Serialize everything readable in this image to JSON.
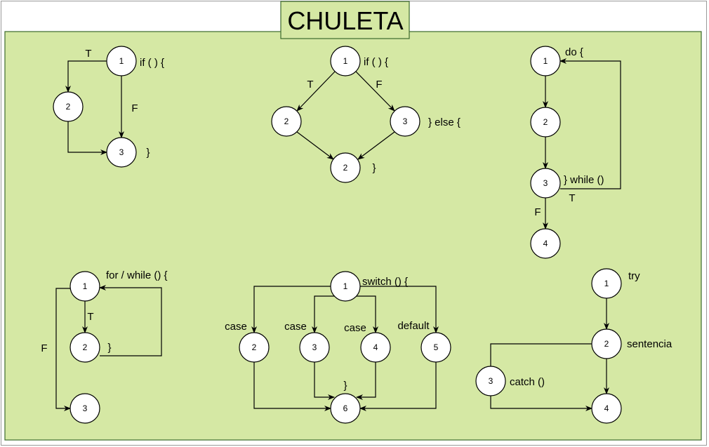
{
  "title": "CHULETA",
  "colors": {
    "panel": "#d5e8a4",
    "panel_border": "#3c6a2c",
    "title_bg": "#d5e8a4"
  },
  "blocks": [
    {
      "id": "if",
      "nodes": [
        {
          "id": "if-1",
          "label": "1"
        },
        {
          "id": "if-2",
          "label": "2"
        },
        {
          "id": "if-3",
          "label": "3"
        }
      ],
      "labels": [
        {
          "id": "if-code1",
          "text": "if ( ) {"
        },
        {
          "id": "if-t",
          "text": "T"
        },
        {
          "id": "if-f",
          "text": "F"
        },
        {
          "id": "if-close",
          "text": "}"
        }
      ]
    },
    {
      "id": "ifelse",
      "nodes": [
        {
          "id": "ie-1",
          "label": "1"
        },
        {
          "id": "ie-2",
          "label": "2"
        },
        {
          "id": "ie-3",
          "label": "3"
        },
        {
          "id": "ie-4",
          "label": "2"
        }
      ],
      "labels": [
        {
          "id": "ie-code1",
          "text": "if ( ) {"
        },
        {
          "id": "ie-t",
          "text": "T"
        },
        {
          "id": "ie-f",
          "text": "F"
        },
        {
          "id": "ie-else",
          "text": "} else {"
        },
        {
          "id": "ie-close",
          "text": "}"
        }
      ]
    },
    {
      "id": "dowhile",
      "nodes": [
        {
          "id": "dw-1",
          "label": "1"
        },
        {
          "id": "dw-2",
          "label": "2"
        },
        {
          "id": "dw-3",
          "label": "3"
        },
        {
          "id": "dw-4",
          "label": "4"
        }
      ],
      "labels": [
        {
          "id": "dw-do",
          "text": "do {"
        },
        {
          "id": "dw-while",
          "text": "} while ()"
        },
        {
          "id": "dw-t",
          "text": "T"
        },
        {
          "id": "dw-f",
          "text": "F"
        }
      ]
    },
    {
      "id": "forwhile",
      "nodes": [
        {
          "id": "fw-1",
          "label": "1"
        },
        {
          "id": "fw-2",
          "label": "2"
        },
        {
          "id": "fw-3",
          "label": "3"
        }
      ],
      "labels": [
        {
          "id": "fw-code",
          "text": "for / while () {"
        },
        {
          "id": "fw-t",
          "text": "T"
        },
        {
          "id": "fw-f",
          "text": "F"
        },
        {
          "id": "fw-close",
          "text": "}"
        }
      ]
    },
    {
      "id": "switch",
      "nodes": [
        {
          "id": "sw-1",
          "label": "1"
        },
        {
          "id": "sw-2",
          "label": "2"
        },
        {
          "id": "sw-3",
          "label": "3"
        },
        {
          "id": "sw-4",
          "label": "4"
        },
        {
          "id": "sw-5",
          "label": "5"
        },
        {
          "id": "sw-6",
          "label": "6"
        }
      ],
      "labels": [
        {
          "id": "sw-code",
          "text": "switch () {"
        },
        {
          "id": "sw-case1",
          "text": "case"
        },
        {
          "id": "sw-case2",
          "text": "case"
        },
        {
          "id": "sw-case3",
          "text": "case"
        },
        {
          "id": "sw-default",
          "text": "default"
        },
        {
          "id": "sw-close",
          "text": "}"
        }
      ]
    },
    {
      "id": "trycatch",
      "nodes": [
        {
          "id": "tc-1",
          "label": "1"
        },
        {
          "id": "tc-2",
          "label": "2"
        },
        {
          "id": "tc-3",
          "label": "3"
        },
        {
          "id": "tc-4",
          "label": "4"
        }
      ],
      "labels": [
        {
          "id": "tc-try",
          "text": "try"
        },
        {
          "id": "tc-sent",
          "text": "sentencia"
        },
        {
          "id": "tc-catch",
          "text": "catch ()"
        }
      ]
    }
  ]
}
